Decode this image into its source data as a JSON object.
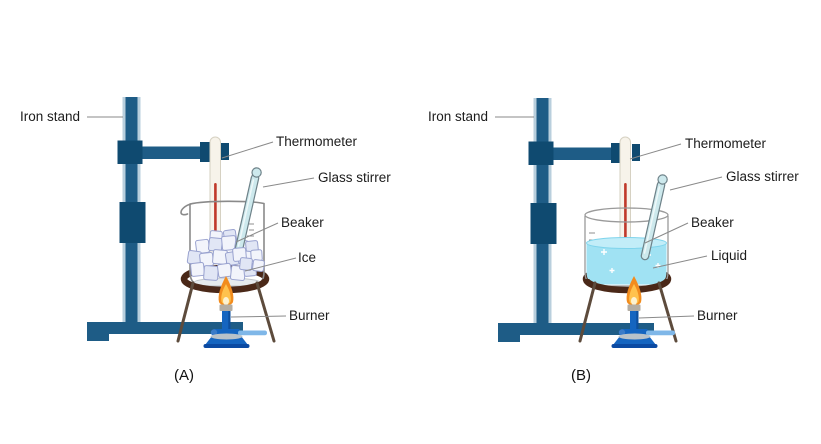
{
  "colors": {
    "stand_blue": "#1e5c86",
    "stand_dark": "#0f4a70",
    "pole_edge": "#b9cfdd",
    "thermo_red": "#c0392b",
    "stirrer_glass": "#cde9ed",
    "liquid_blue": "#a0e2f3",
    "ice_fill": "#f2f4fb",
    "ice_edge": "#99a2cf",
    "ring_brown": "#4a2818",
    "leg_brown": "#5d4b3c",
    "burner_blue": "#1565c0",
    "flame_orange": "#f28c1e",
    "flame_yellow": "#ffc24d",
    "label_text": "#1c1c1c",
    "leader_line": "#8a8a8a"
  },
  "apparatus_a": {
    "labels": {
      "iron_stand": "Iron stand",
      "thermometer": "Thermometer",
      "glass_stirrer": "Glass stirrer",
      "beaker": "Beaker",
      "contents": "Ice",
      "burner": "Burner"
    },
    "caption": "(A)"
  },
  "apparatus_b": {
    "labels": {
      "iron_stand": "Iron stand",
      "thermometer": "Thermometer",
      "glass_stirrer": "Glass stirrer",
      "beaker": "Beaker",
      "contents": "Liquid",
      "burner": "Burner"
    },
    "caption": "(B)"
  }
}
